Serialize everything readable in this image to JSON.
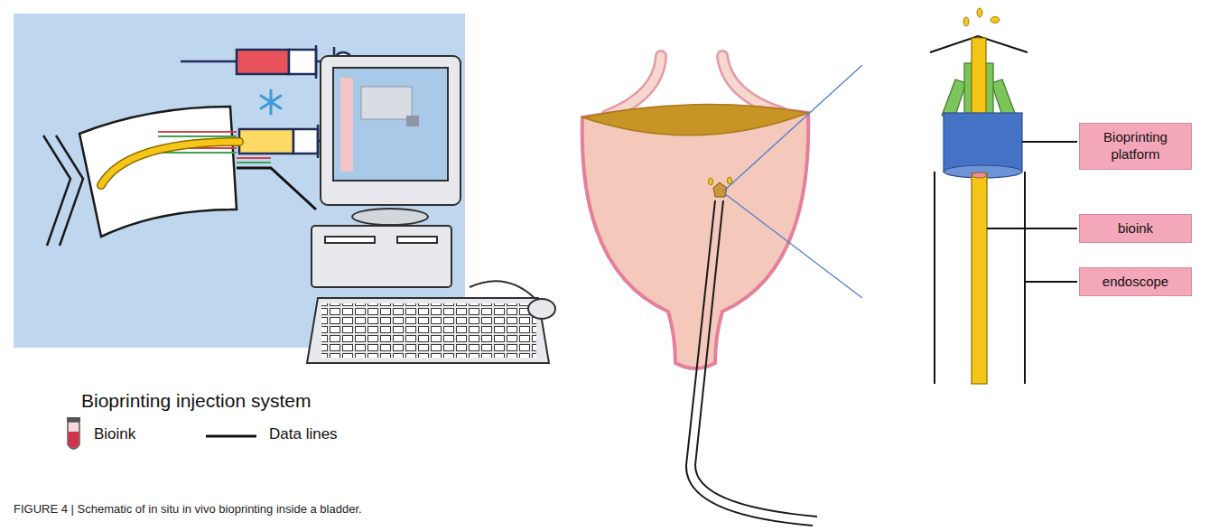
{
  "diagram": {
    "caption": "FIGURE 4 | Schematic of in situ in vivo bioprinting inside a bladder.",
    "nodes": [
      {
        "text": [
          "Bioprinting platform"
        ]
      },
      {
        "text": [
          "bioink"
        ]
      },
      {
        "text": [
          "endoscope"
        ]
      }
    ],
    "labels": [
      "Bioprinting injection system"
    ],
    "legend": [
      {
        "text": "Bioink"
      },
      {
        "text": "Data lines"
      }
    ]
  }
}
